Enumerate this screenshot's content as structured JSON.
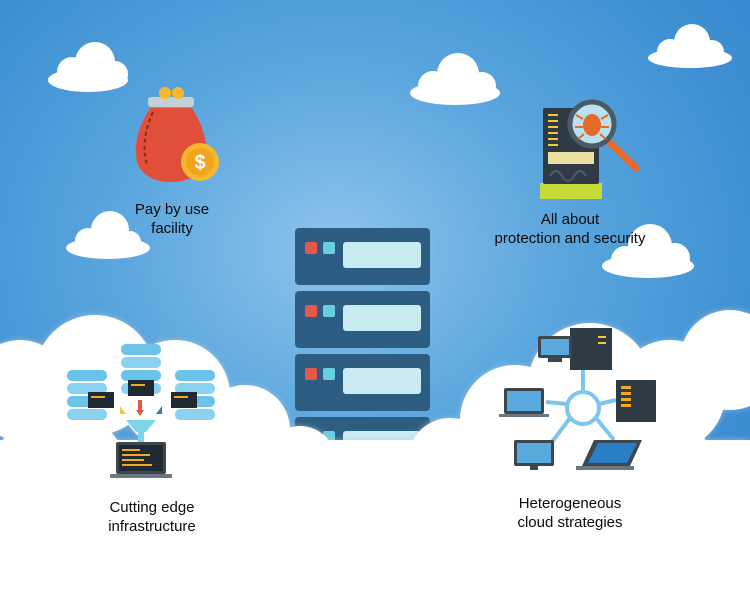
{
  "features": {
    "pay_per_use": {
      "line1": "Pay by use",
      "line2": "facility",
      "icon": "wallet-coin-icon"
    },
    "security": {
      "line1": "All about",
      "line2": "protection and security",
      "icon": "server-bug-magnifier-icon"
    },
    "infrastructure": {
      "line1": "Cutting edge",
      "line2": "infrastructure",
      "icon": "database-funnel-laptop-icon"
    },
    "heterogeneous": {
      "line1": "Heterogeneous",
      "line2": "cloud strategies",
      "icon": "device-network-hub-icon"
    }
  },
  "center_icon": "server-rack-icon",
  "colors": {
    "sky": "#4a9ad8",
    "server_navy": "#2d5d82",
    "server_panel": "#c9ecf3",
    "accent_red": "#e8574a",
    "accent_cyan": "#67d0dc",
    "coin": "#f7b82d",
    "wallet": "#e14f3a",
    "cloud": "#ffffff"
  }
}
